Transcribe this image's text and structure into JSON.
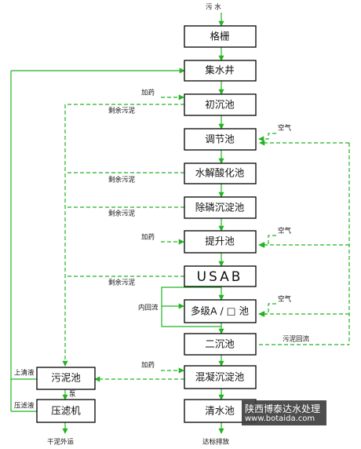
{
  "title": "污 水",
  "units": {
    "grille": "格栅",
    "collection_well": "集水井",
    "primary_clarifier": "初沉池",
    "equalization_tank": "调节池",
    "hydrolysis_acidification_tank": "水解酸化池",
    "phosphorus_removal_tank": "除磷沉淀池",
    "lift_tank": "提升池",
    "usab": "USAB",
    "multistage_ao": "多级A / □ 池",
    "secondary_clarifier": "二沉池",
    "coagulation_tank": "混凝沉淀池",
    "clear_water_tank": "清水池",
    "sludge_tank": "污泥池",
    "filter_press": "压滤机"
  },
  "labels": {
    "dosing": "加药",
    "residual_sludge": "剩余污泥",
    "air": "空气",
    "internal_reflux": "内回流",
    "sludge_return": "污泥回流",
    "supernatant": "上清液",
    "press_filtrate": "压滤液",
    "pump": "泵",
    "dry_sludge_out": "干泥外运",
    "discharge": "达标排放"
  },
  "watermark": {
    "line1": "陕西博泰达水处理",
    "line2": "www.botaida.com"
  }
}
